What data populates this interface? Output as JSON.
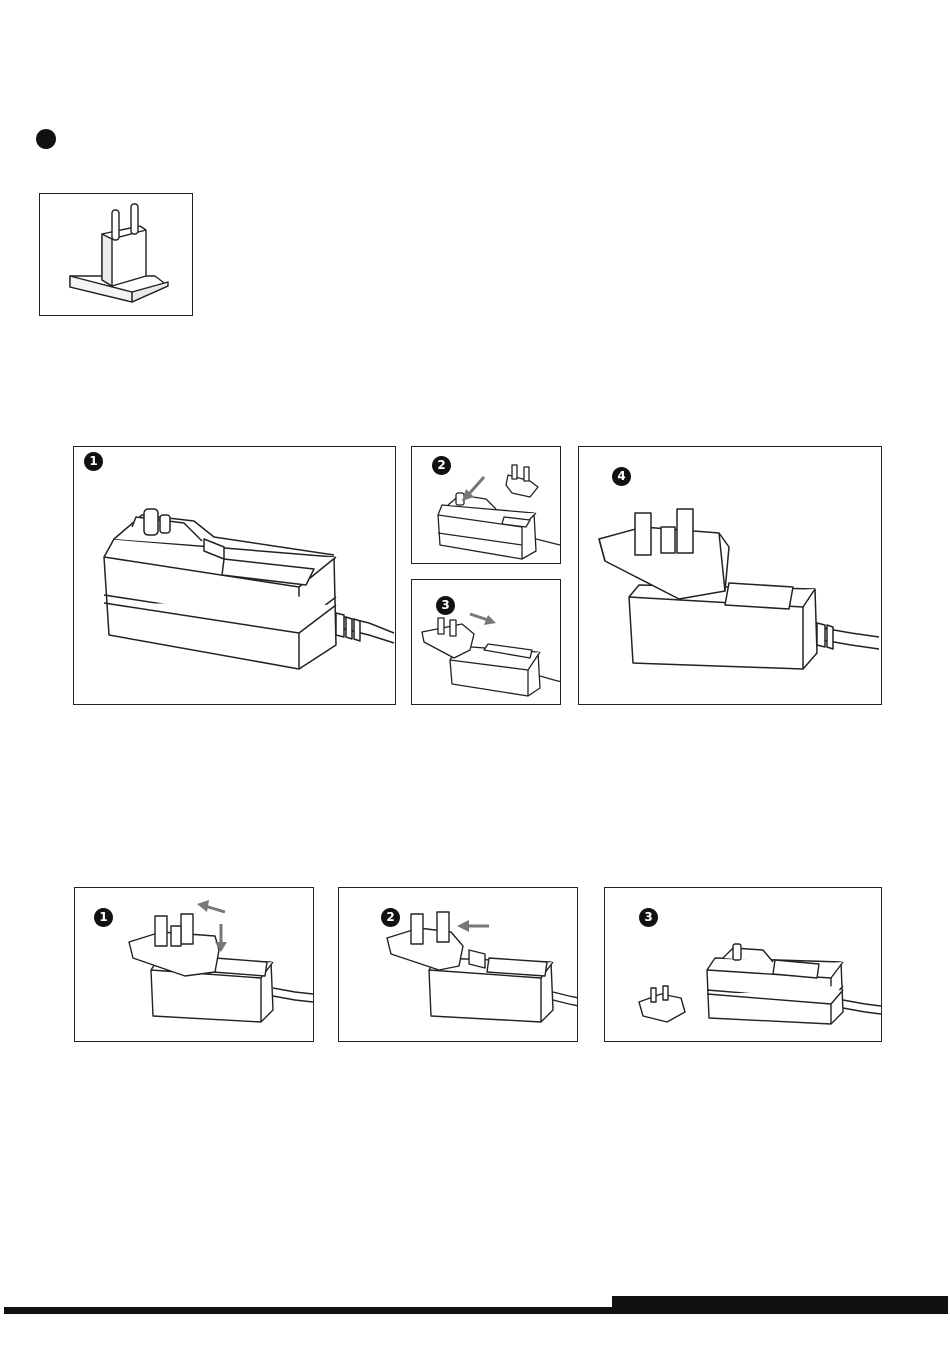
{
  "section_marker": "bullet",
  "plug_type_icon": "eu-two-pin-plug-icon",
  "attach_steps": [
    "1",
    "2",
    "3",
    "4"
  ],
  "remove_steps": [
    "1",
    "2",
    "3"
  ],
  "colors": {
    "line": "#222222",
    "arrow": "#777777",
    "ink": "#111111"
  }
}
